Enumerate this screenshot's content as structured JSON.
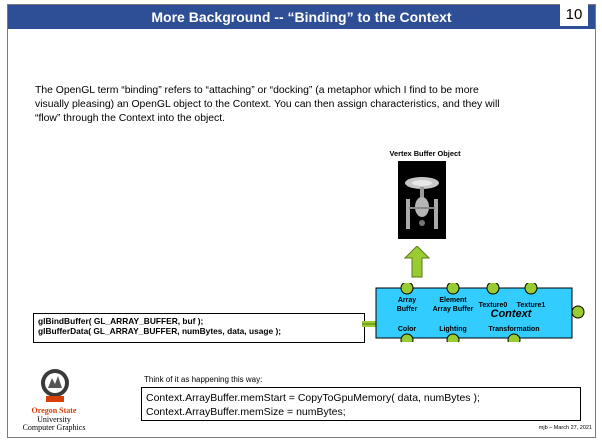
{
  "slide": {
    "title": "More Background -- “Binding” to the Context",
    "page_number": "10",
    "body_text": "The OpenGL term “binding” refers to “attaching” or  “docking” (a metaphor which I find to be more visually pleasing) an OpenGL object to the Context.  You can then assign characteristics, and they will “flow” through the Context into the object.",
    "vbo_label": "Vertex Buffer Object",
    "code_lines": [
      "glBindBuffer( GL_ARRAY_BUFFER, buf );",
      "glBufferData( GL_ARRAY_BUFFER, numBytes, data, usage );"
    ],
    "context": {
      "title": "Context",
      "top_labels": [
        "Array Buffer",
        "Element Array Buffer",
        "Texture0",
        "Texture1"
      ],
      "bottom_labels": [
        "Color",
        "Lighting",
        "Transformation"
      ]
    },
    "think_label": "Think of it as happening this way:",
    "think_code": [
      "Context.ArrayBuffer.memStart = CopyToGpuMemory( data, numBytes );",
      "Context.ArrayBuffer.memSize = numBytes;"
    ],
    "logo": {
      "line1": "Oregon State",
      "line2": "University",
      "line3": "Computer Graphics"
    },
    "credit": "mjb – March 27, 2021",
    "colors": {
      "title_bar": "#2e4e96",
      "context_fill": "#33ccff",
      "connector_green": "#99cc33",
      "osu_orange": "#d73f09"
    }
  }
}
